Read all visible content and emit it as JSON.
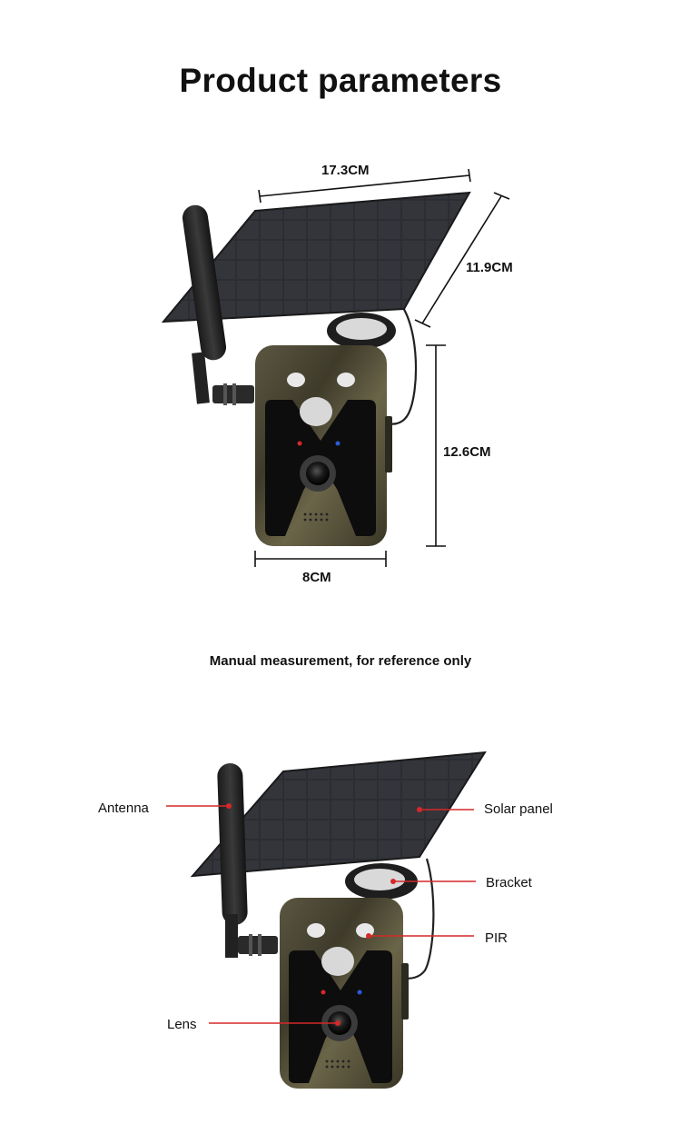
{
  "page": {
    "title": "Product parameters",
    "note": "Manual measurement, for reference only"
  },
  "dimensions": {
    "panel_width": "17.3CM",
    "panel_depth": "11.9CM",
    "camera_height": "12.6CM",
    "camera_width": "8CM"
  },
  "callouts": {
    "antenna": "Antenna",
    "solar_panel": "Solar panel",
    "bracket": "Bracket",
    "pir": "PIR",
    "lens": "Lens"
  },
  "colors": {
    "callout_line": "#d62828",
    "panel_dark": "#2a2c31",
    "camo_base": "#4f4a36"
  }
}
